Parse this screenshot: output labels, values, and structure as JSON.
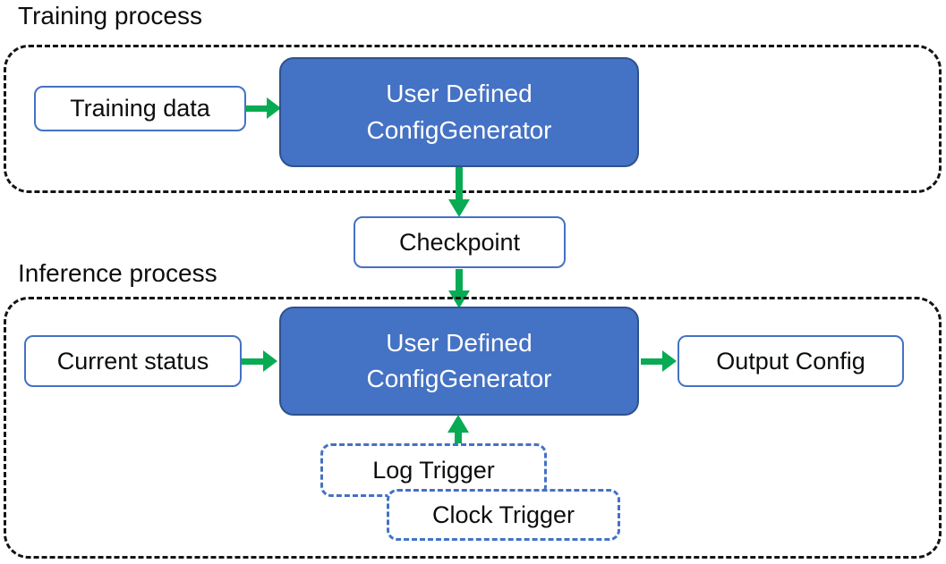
{
  "colors": {
    "generator_fill": "#4472C4",
    "generator_border": "#2F528F",
    "io_box_border": "#4472C4",
    "trigger_border": "#4472C4",
    "arrow_green": "#08AB53",
    "frame_dash": "#141414",
    "text_dark": "#0D0D0D",
    "text_light": "#FFFFFF"
  },
  "training_section": {
    "title": "Training process",
    "input_label": "Training data",
    "generator_label": "User Defined\nConfigGenerator"
  },
  "checkpoint_label": "Checkpoint",
  "inference_section": {
    "title": "Inference process",
    "input_label": "Current status",
    "generator_label": "User Defined\nConfigGenerator",
    "output_label": "Output Config",
    "log_trigger_label": "Log Trigger",
    "clock_trigger_label": "Clock Trigger"
  }
}
